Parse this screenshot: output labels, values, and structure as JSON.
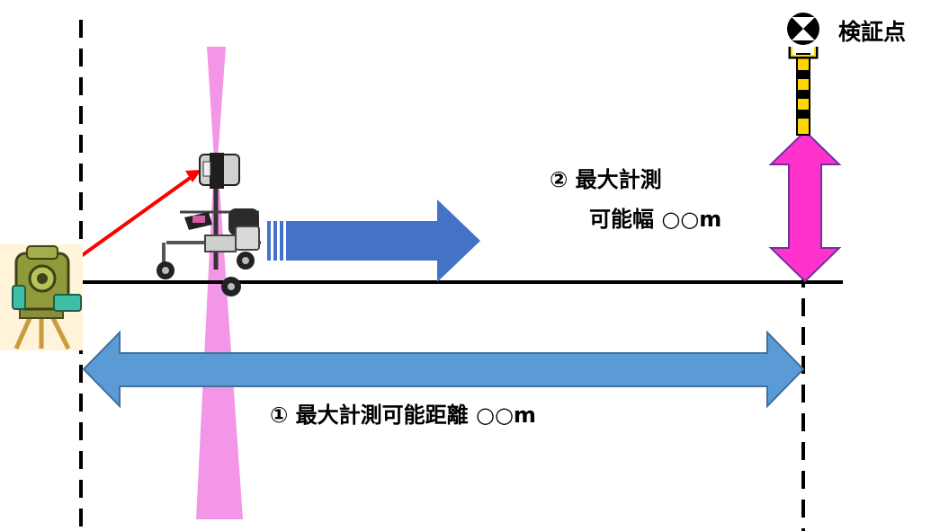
{
  "labels": {
    "verification_point": "検証点",
    "max_width_line1": "② 最大計測",
    "max_width_line2": "可能幅 ○○m",
    "max_distance": "① 最大計測可能距離 ○○m"
  },
  "icons": {
    "total_station": "total-station-icon",
    "laser_scanner_cart": "mobile-laser-scanner-cart-icon",
    "verification_target": "prism-target-on-pole-icon"
  },
  "colors": {
    "laser_fan": "#f28be6",
    "movement_arrow": "#4472c4",
    "distance_arrow": "#5b9bd5",
    "width_arrow": "#ff33cc",
    "sight_line": "#ff0000",
    "pole_yellow": "#ffd700"
  }
}
